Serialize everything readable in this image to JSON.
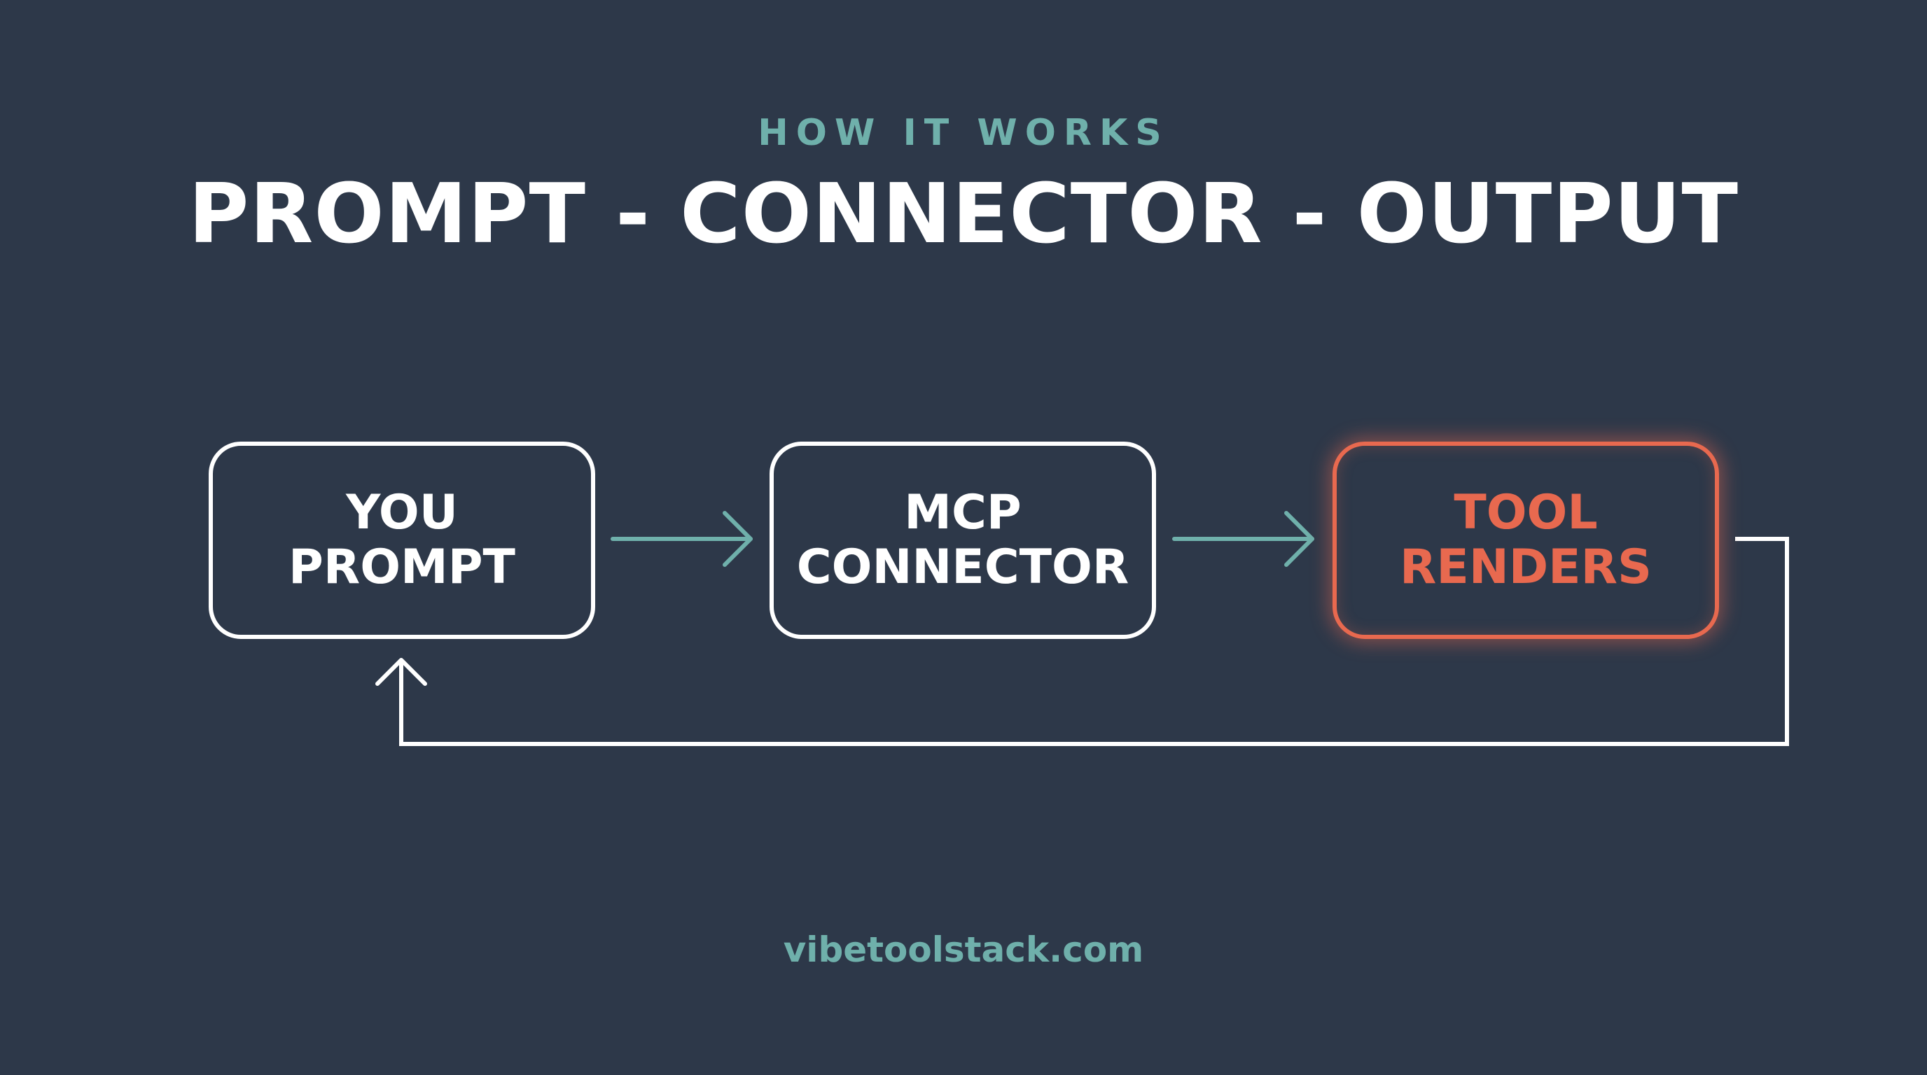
{
  "header": {
    "eyebrow": "HOW IT WORKS",
    "title": "PROMPT - CONNECTOR - OUTPUT"
  },
  "nodes": [
    {
      "lines": [
        "YOU",
        "PROMPT"
      ]
    },
    {
      "lines": [
        "MCP",
        "CONNECTOR"
      ]
    },
    {
      "lines": [
        "TOOL",
        "RENDERS"
      ]
    }
  ],
  "footer": {
    "site": "vibetoolstack.com"
  },
  "colors": {
    "background": "#2d3849",
    "accent_teal": "#6fb0ab",
    "accent_coral": "#e8694f",
    "foreground": "#ffffff"
  },
  "arrows": [
    "right-arrow-icon",
    "right-arrow-icon",
    "return-loop-arrow-icon"
  ]
}
